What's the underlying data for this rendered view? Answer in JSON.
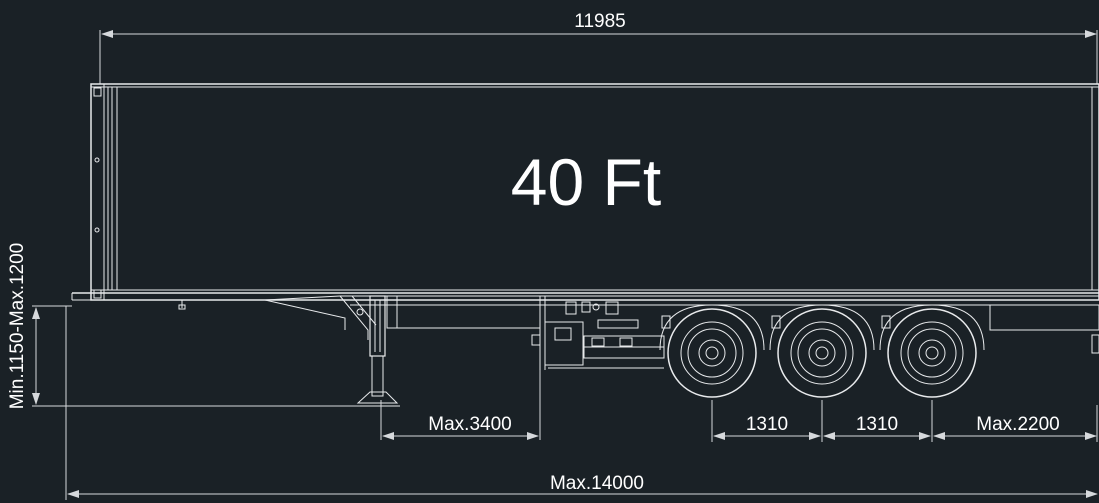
{
  "drawing": {
    "container_label": "40 Ft",
    "dimensions": {
      "overall_container": "11985",
      "overall_trailer": "Max.14000",
      "kingpin_to_leg": "Max.3400",
      "axle_spacing_1": "1310",
      "axle_spacing_2": "1310",
      "rear_overhang": "Max.2200",
      "fifth_wheel_height": "Min.1150-Max.1200"
    }
  }
}
